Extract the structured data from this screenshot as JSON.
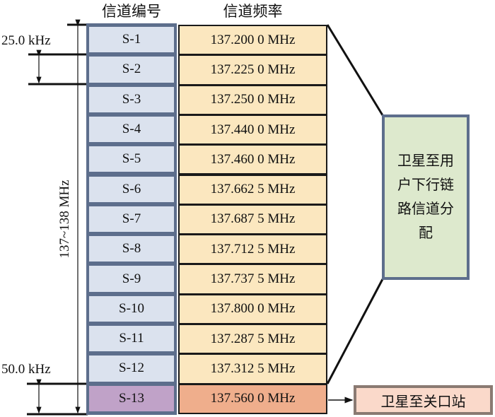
{
  "headers": {
    "channel_id": "信道编号",
    "channel_freq": "信道频率"
  },
  "channels": [
    {
      "id": "S-1",
      "freq": "137.200 0 MHz"
    },
    {
      "id": "S-2",
      "freq": "137.225 0 MHz"
    },
    {
      "id": "S-3",
      "freq": "137.250 0 MHz"
    },
    {
      "id": "S-4",
      "freq": "137.440 0 MHz"
    },
    {
      "id": "S-5",
      "freq": "137.460 0 MHz"
    },
    {
      "id": "S-6",
      "freq": "137.662 5 MHz"
    },
    {
      "id": "S-7",
      "freq": "137.687 5 MHz"
    },
    {
      "id": "S-8",
      "freq": "137.712 5 MHz"
    },
    {
      "id": "S-9",
      "freq": "137.737 5 MHz"
    },
    {
      "id": "S-10",
      "freq": "137.800 0 MHz"
    },
    {
      "id": "S-11",
      "freq": "137.287 5 MHz"
    },
    {
      "id": "S-12",
      "freq": "137.312 5 MHz"
    },
    {
      "id": "S-13",
      "freq": "137.560 0 MHz"
    }
  ],
  "annotations": {
    "spacing_top": "25.0 kHz",
    "spacing_bottom": "50.0 kHz",
    "band": "137~138 MHz"
  },
  "boxes": {
    "downlink": "卫星至用户下行链路信道分配",
    "gateway": "卫星至关口站"
  },
  "colors": {
    "id_fill": "#dbe2ee",
    "freq_fill": "#fbe7bf",
    "s13_id_fill": "#c0a2c8",
    "s13_freq_fill": "#efae8c",
    "border": "#5d6e8c"
  }
}
